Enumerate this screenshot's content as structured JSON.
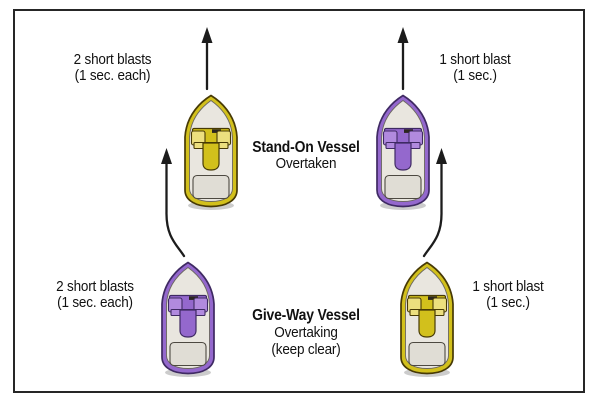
{
  "labels": {
    "top_left_signal": {
      "line1": "2 short blasts",
      "line2": "(1 sec. each)"
    },
    "top_right_signal": {
      "line1": "1 short blast",
      "line2": "(1 sec.)"
    },
    "stand_on": {
      "title": "Stand-On Vessel",
      "subtitle": "Overtaken"
    },
    "give_way": {
      "title": "Give-Way Vessel",
      "subtitle": "Overtaking",
      "note": "(keep clear)"
    },
    "bottom_left_signal": {
      "line1": "2 short blasts",
      "line2": "(1 sec. each)"
    },
    "bottom_right_signal": {
      "line1": "1 short blast",
      "line2": "(1 sec.)"
    }
  },
  "boats": [
    {
      "position": "top-left",
      "role": "Stand-On Vessel (Overtaken)",
      "color_name": "yellow"
    },
    {
      "position": "top-right",
      "role": "Stand-On Vessel (Overtaken)",
      "color_name": "purple"
    },
    {
      "position": "bottom-left",
      "role": "Give-Way Vessel (Overtaking)",
      "color_name": "purple"
    },
    {
      "position": "bottom-right",
      "role": "Give-Way Vessel (Overtaking)",
      "color_name": "yellow"
    }
  ],
  "colors": {
    "frame_border": "#262626",
    "background": "#ffffff",
    "text": "#111111",
    "arrow": "#1c1c1c",
    "yellow_hull": "#d2c01c",
    "yellow_light": "#ecdf7e",
    "yellow_outline": "#473a05",
    "purple_hull": "#9468cd",
    "purple_light": "#b18ade",
    "purple_outline": "#3f2a63",
    "deck_gray": "#e9e6df",
    "stern_gray": "#e0ddd5"
  }
}
